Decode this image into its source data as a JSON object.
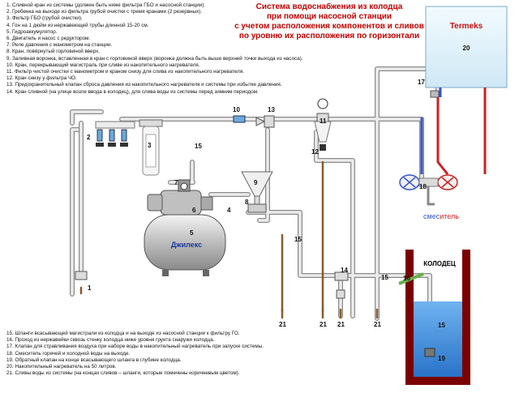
{
  "title_lines": [
    "Система водоснабжения из колодца",
    "при помощи насосной станции",
    "с учетом расположения компонентов и сливов",
    "по уровню их расположения по горизонтали"
  ],
  "legend_top": [
    "1. Сливной кран из системы (должен быть ниже  фильтра ГБО и насосной станции).",
    "2. Гребенка на выходе из фильтра грубой очистки с тремя кранами (2 резервных).",
    "3. Фильтр ГБО (грубой очистки).",
    "4. Гон на 1 дюйм из нержавеющей трубы длинной 15-20 см.",
    "5. Гидроаккумулятор.",
    "6. Двигатель и насос с редуктором.",
    "7. Реле давления с манометром на станции.",
    "8. Кран, повёрнутый горловиной вверх.",
    "9. Заливная воронка, вставленная в кран с горловиной вверх (воронка должна быть выше верхней точки выхода из насоса).",
    "10. Кран, перекрывающий магистраль при сливе из накопительного нагревателя.",
    "11. Фильтр чистой очистки с манометром и краном снизу для слива из накопительного нагревателя.",
    "12. Кран снизу у фильтра ЧО.",
    "13. Предохранительный клапан сброса давления из накопительного нагревателя и системы при избытке давления.",
    "14. Кран сливной (на улице возле ввода в колодец), для слива воды из системы перед зимним периодом."
  ],
  "legend_bottom": [
    "15. Шланги всасывающей магистрали из колодца и на выходе из насосной станции к фильтру ГО.",
    "16. Проход из нержавейки сквозь стенку колодца ниже уровня грунта снаружи колодца.",
    "17. Клапан для стравливания воздуха при наборе воды в накопительный нагреватель при запуске системы.",
    "18. Смеситель горячей и холодной воды на выходе.",
    "19. Обратный клапан на конце всасывающего шланга в глубине колодца.",
    "20. Накопительный нагреватель на 50 литров.",
    "21. Сливы воды из системы (на концах сливов – шланги, которые помечены коричневым цветом)."
  ],
  "labels": {
    "heater_brand": "Termeks",
    "accumulator_brand": "Джилекс",
    "mixer": "смеситель",
    "well": "КОЛОДЕЦ"
  },
  "numbers": {
    "n1": "1",
    "n2": "2",
    "n3": "3",
    "n4": "4",
    "n5": "5",
    "n6": "6",
    "n7": "7",
    "n8": "8",
    "n9": "9",
    "n10": "10",
    "n11": "11",
    "n12": "12",
    "n13": "13",
    "n14": "14",
    "n15": "15",
    "n16": "16",
    "n17": "17",
    "n18": "18",
    "n19": "19",
    "n20": "20",
    "n21": "21"
  },
  "colors": {
    "title": "#c00000",
    "pipe": "#d9d9d9",
    "pipe_edge": "#8a8a8a",
    "cold": "#3355cc",
    "hot": "#cc2222",
    "ground": "#7a0000",
    "water": "#3a8de0",
    "drain_hose": "#8b5a2b"
  }
}
